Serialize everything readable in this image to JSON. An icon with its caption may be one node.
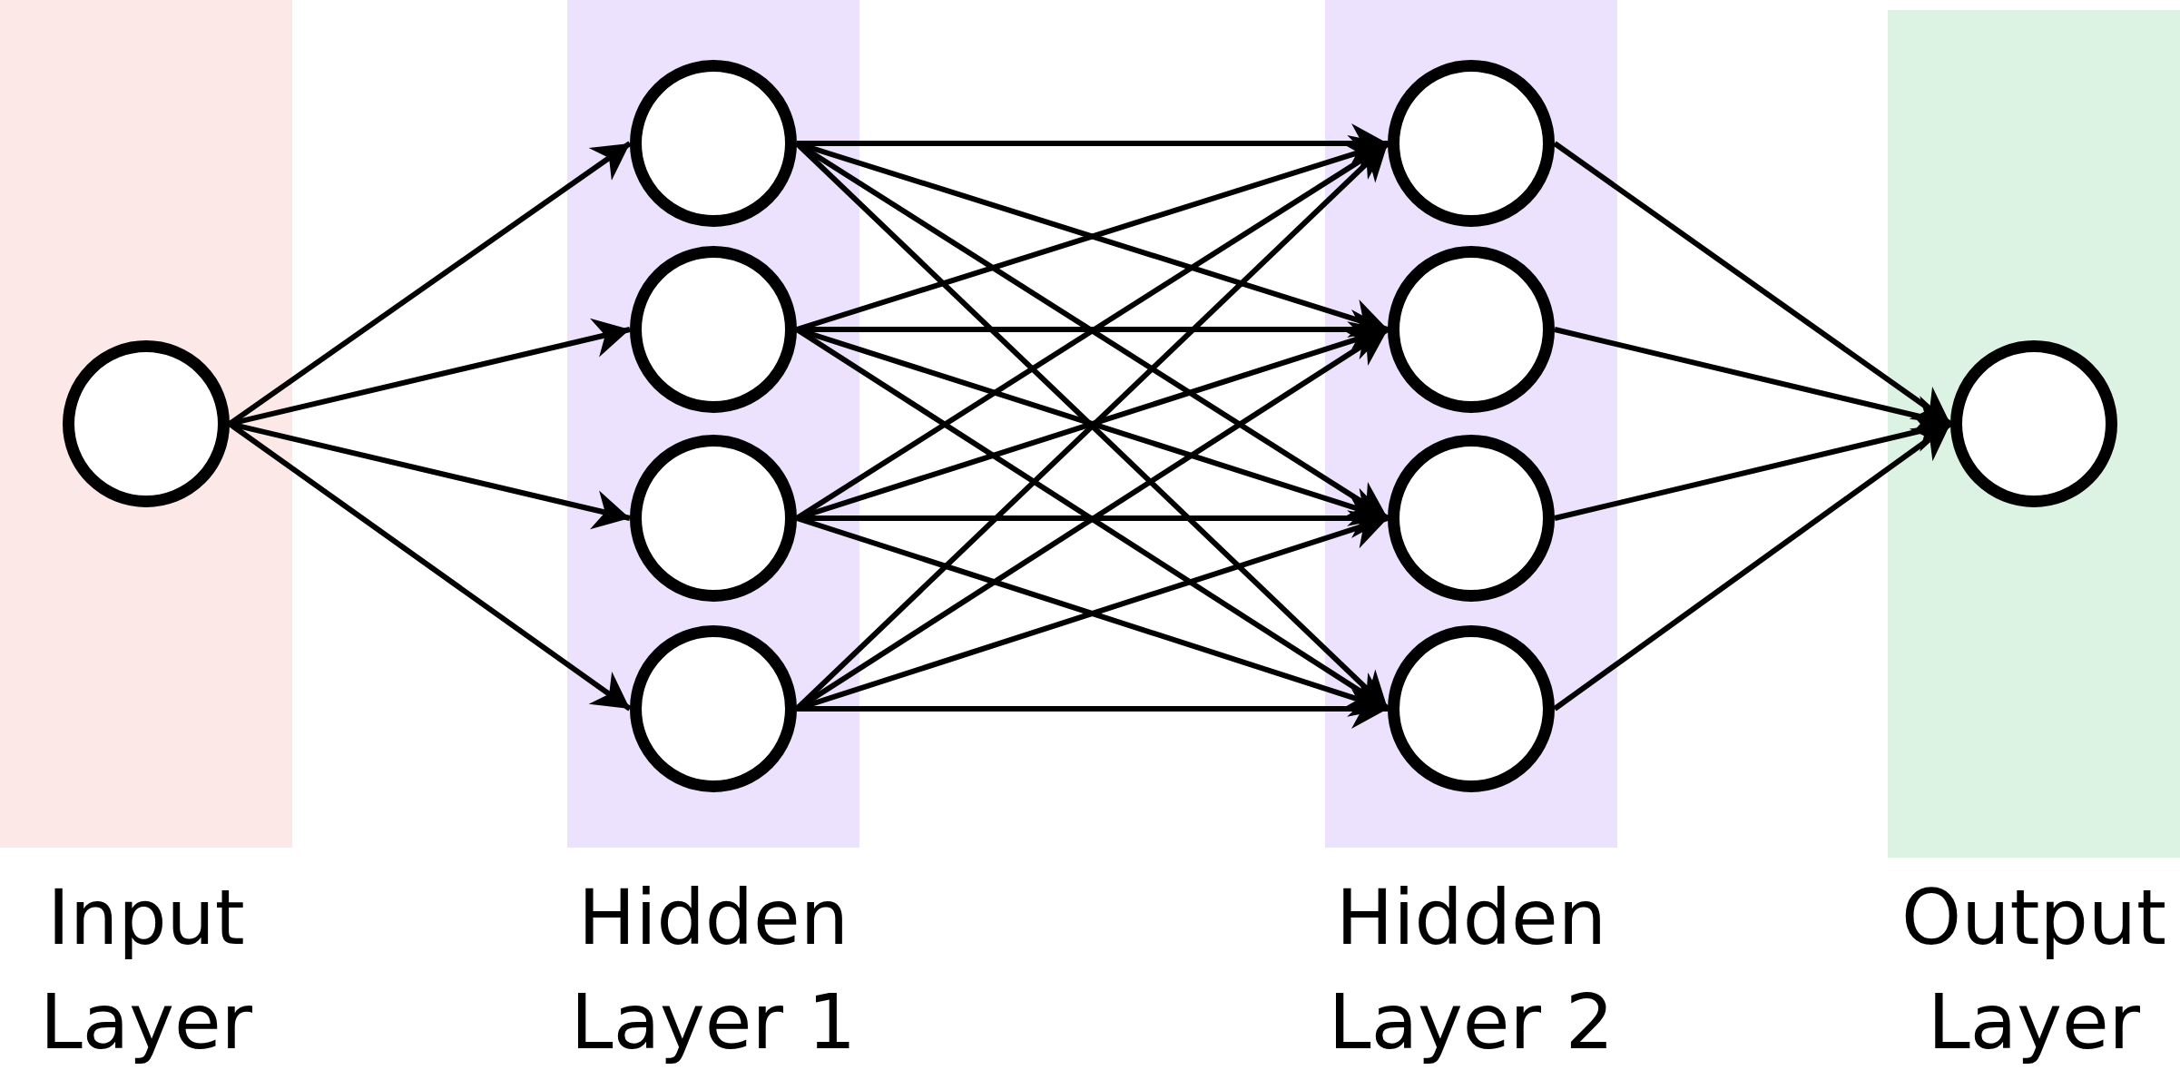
{
  "diagram": {
    "nodes": [
      {
        "text": [
          "Input Layer"
        ]
      },
      {
        "text": [],
        "shape": "circle",
        "in": 0
      },
      {
        "text": [
          "Hidden Layer 1"
        ]
      },
      {
        "text": [],
        "shape": "circle",
        "in": 2
      },
      {
        "text": [],
        "shape": "circle",
        "in": 2
      },
      {
        "text": [],
        "shape": "circle",
        "in": 2
      },
      {
        "text": [],
        "shape": "circle",
        "in": 2
      },
      {
        "text": [
          "Hidden Layer 2"
        ]
      },
      {
        "text": [],
        "shape": "circle",
        "in": 7
      },
      {
        "text": [],
        "shape": "circle",
        "in": 7
      },
      {
        "text": [],
        "shape": "circle",
        "in": 7
      },
      {
        "text": [],
        "shape": "circle",
        "in": 7
      },
      {
        "text": [
          "Output Layer"
        ]
      },
      {
        "text": [],
        "shape": "circle",
        "in": 12
      }
    ],
    "edges": [
      {
        "from": 1,
        "to": 3,
        "arrow": "to"
      },
      {
        "from": 1,
        "to": 4,
        "arrow": "to"
      },
      {
        "from": 1,
        "to": 5,
        "arrow": "to"
      },
      {
        "from": 1,
        "to": 6,
        "arrow": "to"
      },
      {
        "from": 3,
        "to": 8,
        "arrow": "to"
      },
      {
        "from": 3,
        "to": 9,
        "arrow": "to"
      },
      {
        "from": 3,
        "to": 10,
        "arrow": "to"
      },
      {
        "from": 3,
        "to": 11,
        "arrow": "to"
      },
      {
        "from": 4,
        "to": 8,
        "arrow": "to"
      },
      {
        "from": 4,
        "to": 9,
        "arrow": "to"
      },
      {
        "from": 4,
        "to": 10,
        "arrow": "to"
      },
      {
        "from": 4,
        "to": 11,
        "arrow": "to"
      },
      {
        "from": 5,
        "to": 8,
        "arrow": "to"
      },
      {
        "from": 5,
        "to": 9,
        "arrow": "to"
      },
      {
        "from": 5,
        "to": 10,
        "arrow": "to"
      },
      {
        "from": 5,
        "to": 11,
        "arrow": "to"
      },
      {
        "from": 6,
        "to": 8,
        "arrow": "to"
      },
      {
        "from": 6,
        "to": 9,
        "arrow": "to"
      },
      {
        "from": 6,
        "to": 10,
        "arrow": "to"
      },
      {
        "from": 6,
        "to": 11,
        "arrow": "to"
      },
      {
        "from": 8,
        "to": 13,
        "arrow": "to"
      },
      {
        "from": 9,
        "to": 13,
        "arrow": "to"
      },
      {
        "from": 10,
        "to": 13,
        "arrow": "to"
      },
      {
        "from": 11,
        "to": 13,
        "arrow": "to"
      }
    ]
  }
}
